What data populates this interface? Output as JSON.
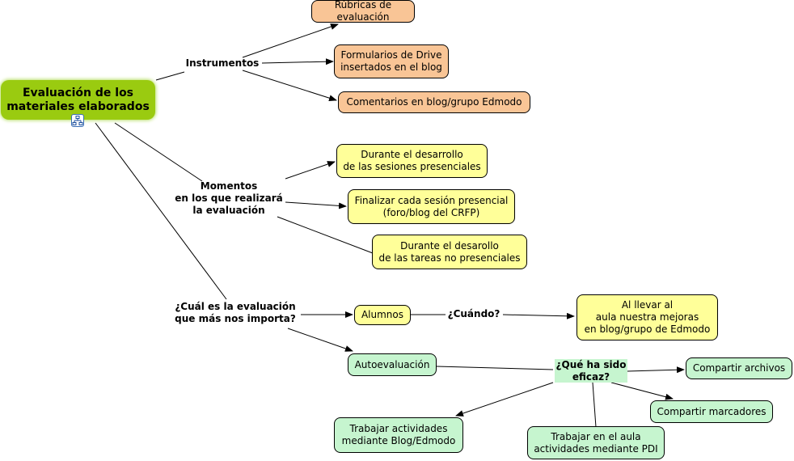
{
  "root": {
    "line1": "Evaluación de los",
    "line2": "materiales elaborados"
  },
  "labels": {
    "instrumentos": "Instrumentos",
    "momentos": [
      "Momentos",
      "en los que realizará",
      "la evaluación"
    ],
    "pregunta": [
      "¿Cuál es la evaluación",
      "que más nos importa?"
    ],
    "cuando": "¿Cuándo?",
    "eficaz": [
      "¿Qué ha sido",
      "eficaz?"
    ]
  },
  "instrument_nodes": [
    [
      "Rúbricas de evaluación"
    ],
    [
      "Formularios de Drive",
      "insertados en el blog"
    ],
    [
      "Comentarios en blog/grupo Edmodo"
    ]
  ],
  "moment_nodes": [
    [
      "Durante el desarrollo",
      "de las sesiones presenciales"
    ],
    [
      "Finalizar cada sesión presencial",
      "(foro/blog del CRFP)"
    ],
    [
      "Durante el desarollo",
      "de las tareas no presenciales"
    ]
  ],
  "alumnos": "Alumnos",
  "cuando_answer": [
    "Al llevar al",
    "aula nuestra mejoras",
    "en blog/grupo de Edmodo"
  ],
  "autoevaluacion": "Autoevaluación",
  "eficaz_nodes": {
    "archivos": "Compartir archivos",
    "marcadores": "Compartir marcadores",
    "aula_pdi": [
      "Trabajar en el aula",
      "actividades mediante PDI"
    ],
    "blog_edmodo": [
      "Trabajar actividades",
      "mediante Blog/Edmodo"
    ]
  },
  "icons": {
    "submap": "hierarchy-icon"
  }
}
